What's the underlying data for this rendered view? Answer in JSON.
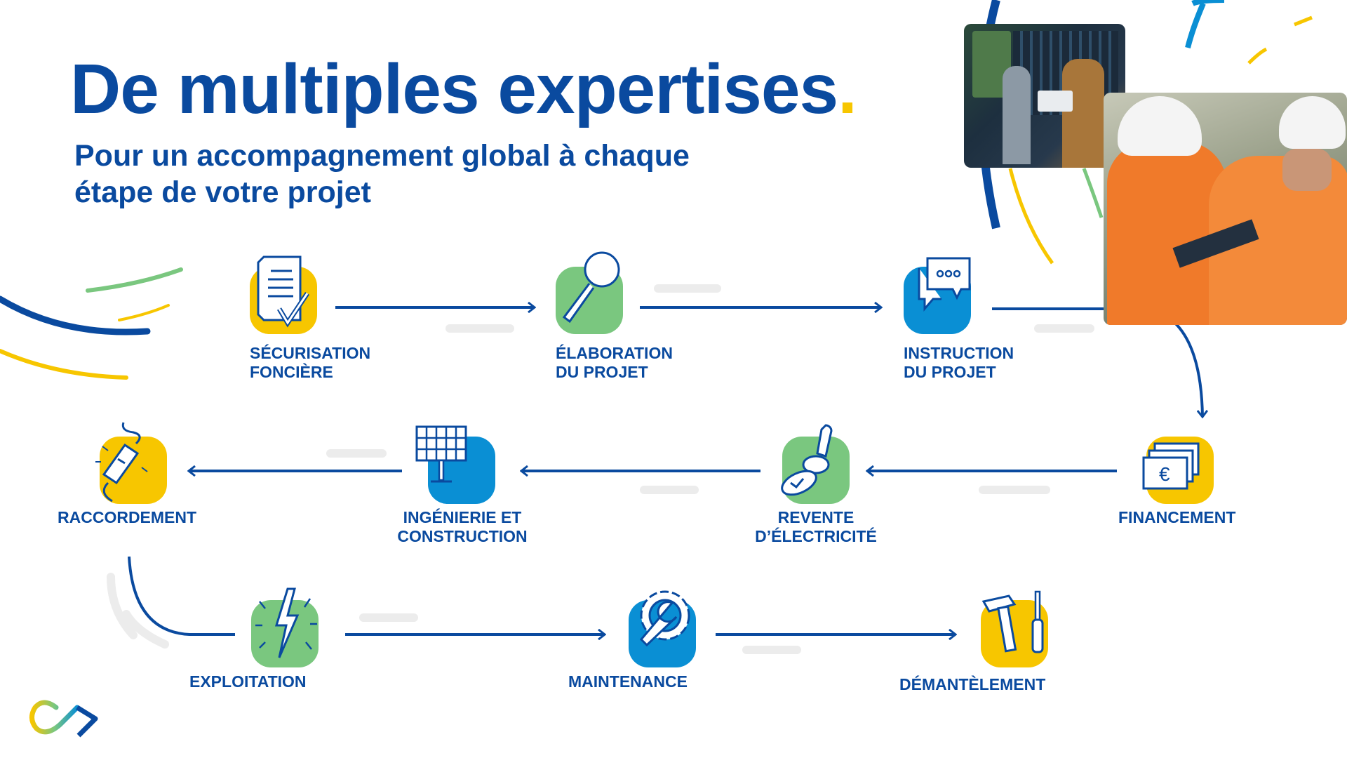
{
  "header": {
    "title": "De multiples expertises",
    "title_dot": ".",
    "subtitle_line1": "Pour un accompagnement global à chaque",
    "subtitle_line2": "étape de votre projet"
  },
  "colors": {
    "blue": "#0a4a9f",
    "yellow": "#f7c600",
    "green": "#7ac77f",
    "lightblue": "#0a8fd4"
  },
  "steps": [
    {
      "line1": "SÉCURISATION",
      "line2": "FONCIÈRE",
      "icon": "document-check-icon",
      "color": "#f7c600"
    },
    {
      "line1": "ÉLABORATION",
      "line2": "DU PROJET",
      "icon": "magnifier-icon",
      "color": "#7ac77f"
    },
    {
      "line1": "INSTRUCTION",
      "line2": "DU PROJET",
      "icon": "speech-bubbles-icon",
      "color": "#0a8fd4"
    },
    {
      "line1": "FINANCEMENT",
      "line2": "",
      "icon": "euro-banknotes-icon",
      "color": "#f7c600"
    },
    {
      "line1": "REVENTE",
      "line2": "D’ÉLECTRICITÉ",
      "icon": "stamp-icon",
      "color": "#7ac77f"
    },
    {
      "line1": "INGÉNIERIE ET",
      "line2": "CONSTRUCTION",
      "icon": "solar-panel-icon",
      "color": "#0a8fd4"
    },
    {
      "line1": "RACCORDEMENT",
      "line2": "",
      "icon": "cable-connector-icon",
      "color": "#f7c600"
    },
    {
      "line1": "EXPLOITATION",
      "line2": "",
      "icon": "lightning-icon",
      "color": "#7ac77f"
    },
    {
      "line1": "MAINTENANCE",
      "line2": "",
      "icon": "gear-wrench-icon",
      "color": "#0a8fd4"
    },
    {
      "line1": "DÉMANTÈLEMENT",
      "line2": "",
      "icon": "hammer-screwdriver-icon",
      "color": "#f7c600"
    }
  ]
}
